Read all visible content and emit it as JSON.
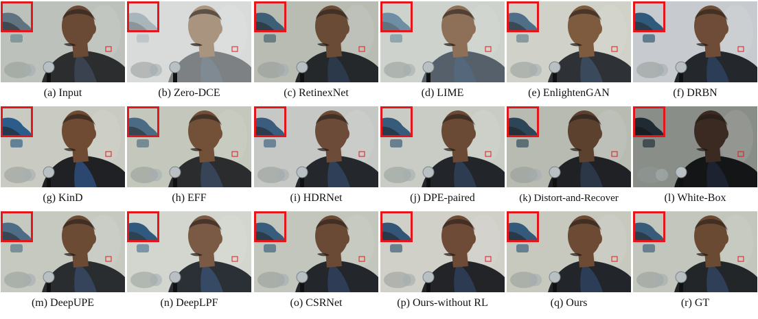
{
  "figure": {
    "panels": [
      {
        "label": "(a) Input",
        "tone": {
          "bg": "#bcc2bb",
          "face": "#6b4a35",
          "shirt": "#3a4250",
          "jacket": "#2b2d2f",
          "patch": "#6f8a8f",
          "inset": "#5f7480"
        }
      },
      {
        "label": "(b) Zero-DCE",
        "tone": {
          "bg": "#d9dbdb",
          "face": "#a9957f",
          "shirt": "#7f8a92",
          "jacket": "#7d8184",
          "patch": "#b5c0c4",
          "inset": "#a8b5bb"
        }
      },
      {
        "label": "(c) RetinexNet",
        "tone": {
          "bg": "#b8bcb3",
          "face": "#6a4c36",
          "shirt": "#2c394a",
          "jacket": "#25282b",
          "patch": "#4f6a70",
          "inset": "#3d5f76"
        }
      },
      {
        "label": "(d) LIME",
        "tone": {
          "bg": "#cdd2cc",
          "face": "#8e7058",
          "shirt": "#55677a",
          "jacket": "#56606a",
          "patch": "#7b97a3",
          "inset": "#6e8ea4"
        }
      },
      {
        "label": "(e) EnlightenGAN",
        "tone": {
          "bg": "#d0d1c8",
          "face": "#7e5a3f",
          "shirt": "#3a4a5c",
          "jacket": "#2e3135",
          "patch": "#6d8792",
          "inset": "#4f6f88"
        }
      },
      {
        "label": "(f) DRBN",
        "tone": {
          "bg": "#c7cbcf",
          "face": "#6e4c37",
          "shirt": "#2c3e57",
          "jacket": "#24282d",
          "patch": "#3f6079",
          "inset": "#2f5a7c"
        }
      },
      {
        "label": "(g) KinD",
        "tone": {
          "bg": "#c9cbc2",
          "face": "#6f4b34",
          "shirt": "#2b4770",
          "jacket": "#1f2125",
          "patch": "#3f6787",
          "inset": "#2c5d8a"
        }
      },
      {
        "label": "(h) EFF",
        "tone": {
          "bg": "#c4c7bb",
          "face": "#735138",
          "shirt": "#374457",
          "jacket": "#2a2c2e",
          "patch": "#5b7684",
          "inset": "#4a6b83"
        }
      },
      {
        "label": "(i) HDRNet",
        "tone": {
          "bg": "#c6c8c5",
          "face": "#6c4c38",
          "shirt": "#2f3f58",
          "jacket": "#24272b",
          "patch": "#4f6d85",
          "inset": "#3a5d7d"
        }
      },
      {
        "label": "(j) DPE-paired",
        "tone": {
          "bg": "#c8ccc4",
          "face": "#6a4a35",
          "shirt": "#2e3c52",
          "jacket": "#222529",
          "patch": "#48667e",
          "inset": "#365b7b"
        }
      },
      {
        "label": "(k) Distort-and-Recover",
        "tone": {
          "bg": "#b8bbb2",
          "face": "#5c412f",
          "shirt": "#2b3646",
          "jacket": "#1f2124",
          "patch": "#3d5562",
          "inset": "#2d4657"
        }
      },
      {
        "label": "(l) White-Box",
        "tone": {
          "bg": "#8a8e88",
          "face": "#3a2a21",
          "shirt": "#1d2230",
          "jacket": "#141517",
          "patch": "#2b3741",
          "inset": "#1f2a33"
        }
      },
      {
        "label": "(m) DeepUPE",
        "tone": {
          "bg": "#c5c9c0",
          "face": "#6c4b35",
          "shirt": "#35445a",
          "jacket": "#2a2d30",
          "patch": "#5e7b89",
          "inset": "#4c6d85"
        }
      },
      {
        "label": "(n) DeepLPF",
        "tone": {
          "bg": "#d3d6cf",
          "face": "#7a5a44",
          "shirt": "#364a66",
          "jacket": "#2b3036",
          "patch": "#5f7f97",
          "inset": "#2f5a7e"
        }
      },
      {
        "label": "(o) CSRNet",
        "tone": {
          "bg": "#c2c6bc",
          "face": "#6a4a35",
          "shirt": "#2e3d55",
          "jacket": "#23262a",
          "patch": "#4a6a80",
          "inset": "#375c7c"
        }
      },
      {
        "label": "(p) Ours-without RL",
        "tone": {
          "bg": "#d0cfc8",
          "face": "#6e4b36",
          "shirt": "#2c3b52",
          "jacket": "#222428",
          "patch": "#47657b",
          "inset": "#335678"
        }
      },
      {
        "label": "(q) Ours",
        "tone": {
          "bg": "#c7c9bf",
          "face": "#6d4a34",
          "shirt": "#2c3d57",
          "jacket": "#222529",
          "patch": "#47677f",
          "inset": "#34597b"
        }
      },
      {
        "label": "(r) GT",
        "tone": {
          "bg": "#c3c6bc",
          "face": "#6b4a34",
          "shirt": "#2e3f57",
          "jacket": "#232629",
          "patch": "#4b6a80",
          "inset": "#375c7a"
        }
      }
    ],
    "inset_border_color": "#e3161b"
  }
}
